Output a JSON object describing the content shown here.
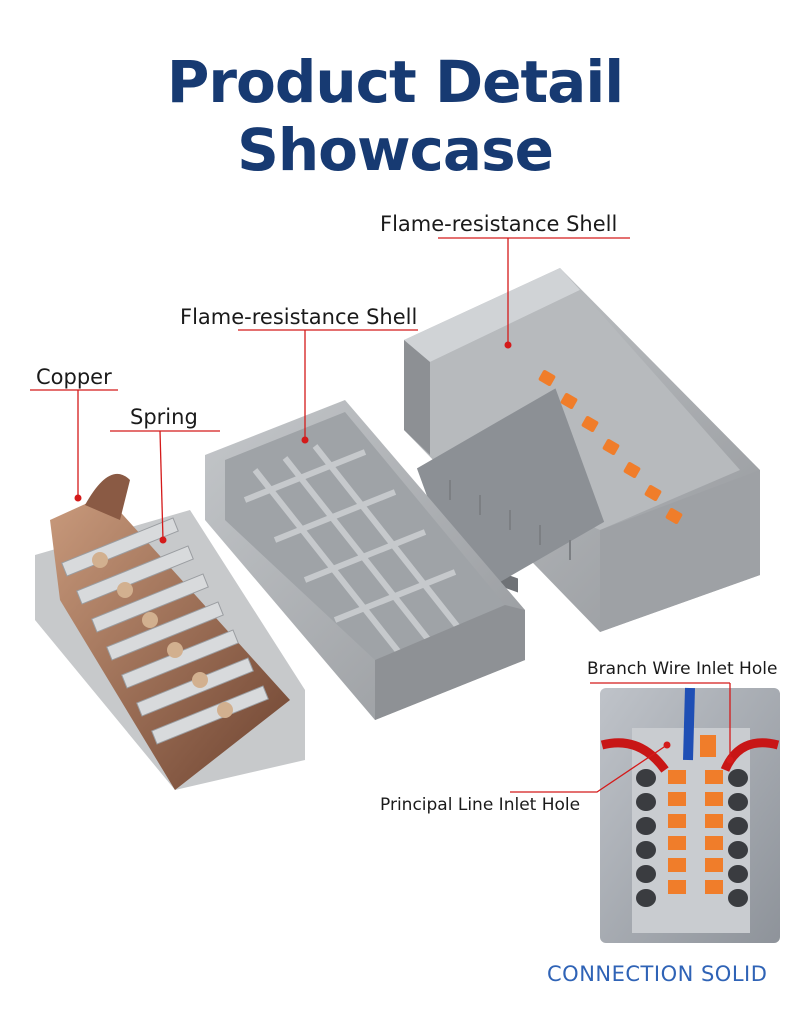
{
  "header": {
    "title": "Product Detail Showcase"
  },
  "callouts": {
    "shell_right": "Flame-resistance Shell",
    "shell_middle": "Flame-resistance Shell",
    "copper": "Copper",
    "spring": "Spring",
    "branch_hole": "Branch Wire Inlet Hole",
    "principal_hole": "Principal Line Inlet Hole"
  },
  "footer": {
    "tagline": "CONNECTION SOLID"
  },
  "colors": {
    "title": "#173a72",
    "callout_line": "#d41a1a",
    "footer": "#2f63b6",
    "shell_grey": "#a9acb0",
    "copper": "#8a5a44",
    "lever_orange": "#f07d2a"
  }
}
